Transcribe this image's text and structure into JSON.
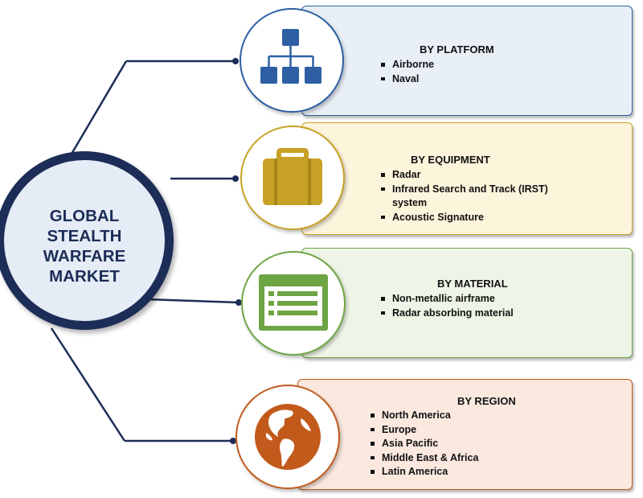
{
  "hub": {
    "title": "GLOBAL\nSTEALTH\nWARFARE\nMARKET"
  },
  "segments": [
    {
      "title": "BY PLATFORM",
      "icon": "hierarchy-icon",
      "accent": "#2e5fa3",
      "bg": "#e9eff7",
      "items": [
        "Airborne",
        "Naval"
      ]
    },
    {
      "title": "BY EQUIPMENT",
      "icon": "briefcase-icon",
      "accent": "#c8a227",
      "bg": "#fdf4dc",
      "items": [
        "Radar",
        "Infrared Search and Track (IRST) system",
        "Acoustic Signature"
      ]
    },
    {
      "title": "BY MATERIAL",
      "icon": "form-list-icon",
      "accent": "#6ea544",
      "bg": "#eef5e6",
      "items": [
        "Non-metallic airframe",
        "Radar absorbing material"
      ]
    },
    {
      "title": "BY REGION",
      "icon": "globe-icon",
      "accent": "#c25a1c",
      "bg": "#fbe9e0",
      "items": [
        "North America",
        "Europe",
        "Asia Pacific",
        "Middle East & Africa",
        "Latin America"
      ]
    }
  ],
  "colors": {
    "connector": "#1c2d57",
    "hub_ring": "#1c2d57",
    "hub_fill": "#e6ecf6"
  }
}
